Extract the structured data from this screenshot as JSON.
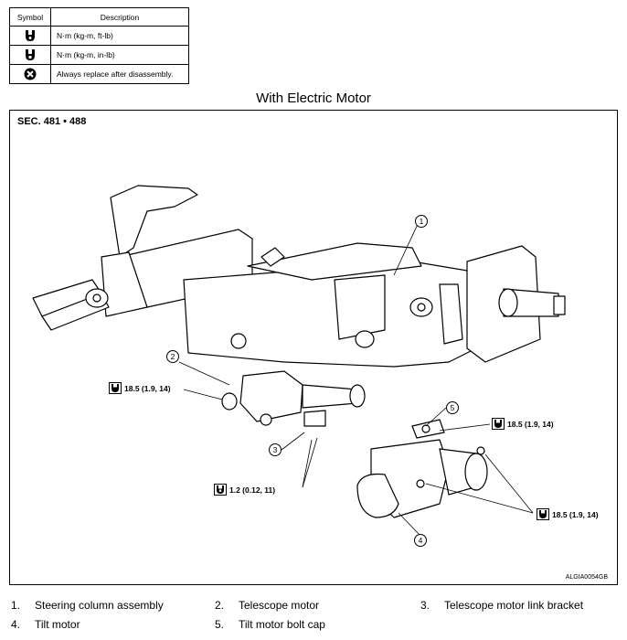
{
  "legend": {
    "header_symbol": "Symbol",
    "header_description": "Description",
    "rows": [
      {
        "icon": "torque-wrench-icon",
        "description": "N·m (kg-m, ft-lb)"
      },
      {
        "icon": "torque-wrench-small-icon",
        "description": "N·m (kg-m, in-lb)"
      },
      {
        "icon": "always-replace-icon",
        "description": "Always replace after disassembly."
      }
    ]
  },
  "figure": {
    "title": "With Electric Motor",
    "section": "SEC. 481 • 488",
    "code": "ALGIA0054GB",
    "callout_numbers": [
      "1",
      "2",
      "3",
      "4",
      "5"
    ],
    "torques": {
      "left_upper": "18.5 (1.9, 14)",
      "bottom_small": "1.2 (0.12, 11)",
      "right_upper": "18.5 (1.9, 14)",
      "right_lower": "18.5 (1.9, 14)"
    }
  },
  "parts": [
    {
      "num": "1.",
      "name": "Steering column assembly"
    },
    {
      "num": "2.",
      "name": "Telescope motor"
    },
    {
      "num": "3.",
      "name": "Telescope motor link bracket"
    },
    {
      "num": "4.",
      "name": "Tilt motor"
    },
    {
      "num": "5.",
      "name": "Tilt motor bolt cap"
    }
  ],
  "colors": {
    "line": "#000000",
    "background": "#ffffff"
  }
}
